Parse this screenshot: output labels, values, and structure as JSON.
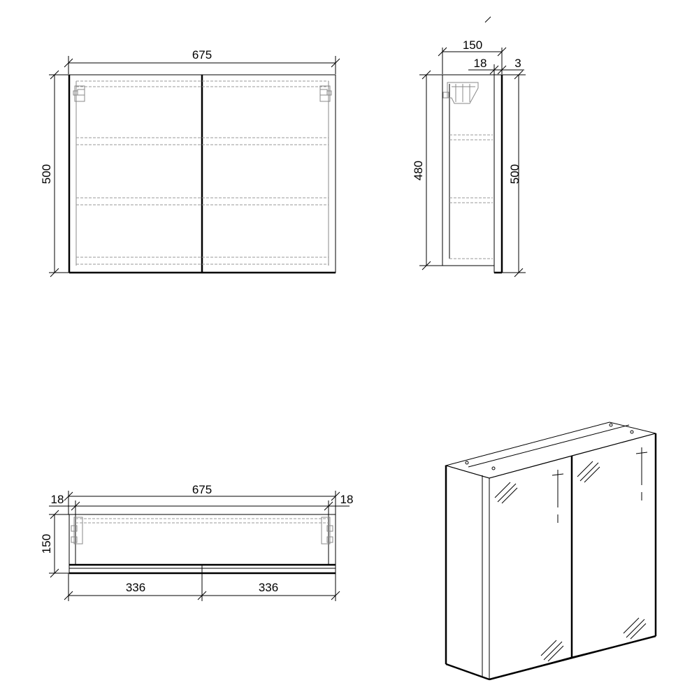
{
  "drawing": {
    "front_view": {
      "width_label": "675",
      "height_label": "500"
    },
    "side_view": {
      "depth_label": "150",
      "door_thickness_label": "18",
      "mirror_thickness_label": "3",
      "inner_height_label": "480",
      "outer_height_label": "500"
    },
    "top_view": {
      "width_label": "675",
      "left_side_label": "18",
      "right_side_label": "18",
      "depth_label": "150",
      "left_door_label": "336",
      "right_door_label": "336"
    }
  }
}
